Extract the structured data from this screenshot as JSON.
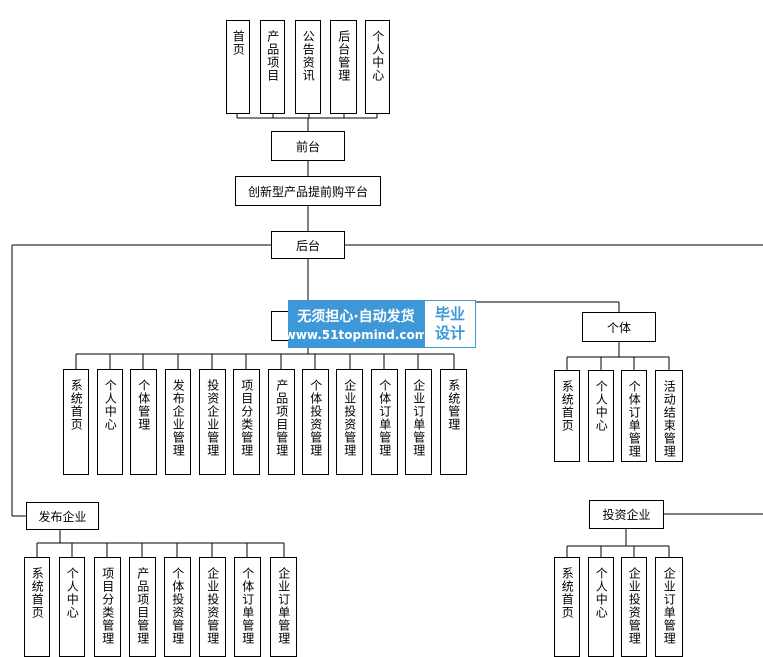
{
  "nodes": {
    "home": "首页",
    "product_items": "产品项目",
    "announcements": "公告资讯",
    "admin_mgmt": "后台管理",
    "personal_center": "个人中心",
    "frontend": "前台",
    "platform": "创新型产品提前购平台",
    "backend": "后台",
    "individual": "个体",
    "publishing_company": "发布企业",
    "investing_company": "投资企业"
  },
  "admin_items": [
    "系统首页",
    "个人中心",
    "个体管理",
    "发布企业管理",
    "投资企业管理",
    "项目分类管理",
    "产品项目管理",
    "个体投资管理",
    "企业投资管理",
    "个体订单管理",
    "企业订单管理",
    "系统管理"
  ],
  "individual_items": [
    "系统首页",
    "个人中心",
    "个体订单管理",
    "活动结束管理"
  ],
  "publisher_items": [
    "系统首页",
    "个人中心",
    "项目分类管理",
    "产品项目管理",
    "个体投资管理",
    "企业投资管理",
    "个体订单管理",
    "企业订单管理"
  ],
  "investor_items": [
    "系统首页",
    "个人中心",
    "企业投资管理",
    "企业订单管理"
  ],
  "watermark": {
    "line1": "无须担心·自动发货",
    "line2": "www.51topmind.com",
    "badge_line1": "毕业",
    "badge_line2": "设计"
  },
  "colors": {
    "line": "#000000",
    "watermark_blue": "#3e97d6"
  }
}
